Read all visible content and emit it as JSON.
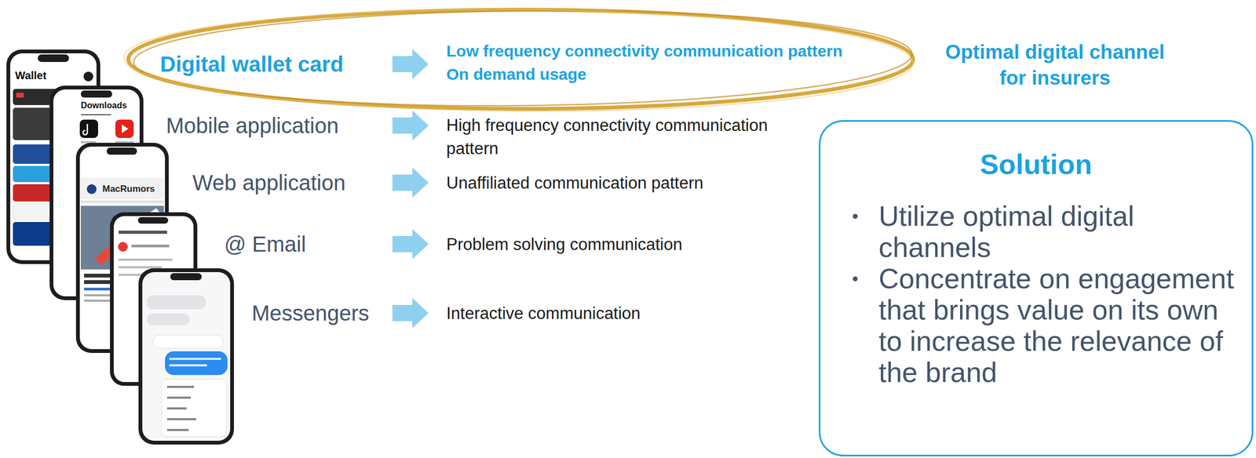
{
  "diagram": {
    "nodes": [
      {
        "text": [
          "Digital wallet card"
        ]
      },
      {
        "text": [
          "Low frequency connectivity communication pattern",
          "On demand usage"
        ]
      },
      {
        "text": [
          "Mobile application"
        ]
      },
      {
        "text": [
          "High frequency connectivity communication pattern"
        ]
      },
      {
        "text": [
          "Web application"
        ]
      },
      {
        "text": [
          "Unaffiliated communication pattern"
        ]
      },
      {
        "text": [
          "@ Email"
        ]
      },
      {
        "text": [
          "Problem solving communication"
        ]
      },
      {
        "text": [
          "Messengers"
        ]
      },
      {
        "text": [
          "Interactive communication"
        ]
      },
      {
        "text": [
          "Solution",
          "Utilize optimal digital channels",
          "Concentrate on engagement that brings value on its own to increase the relevance of the brand"
        ]
      }
    ],
    "edges": [
      {
        "from": 0,
        "to": 1,
        "arrow": "to"
      },
      {
        "from": 2,
        "to": 3,
        "arrow": "to"
      },
      {
        "from": 4,
        "to": 5,
        "arrow": "to"
      },
      {
        "from": 6,
        "to": 7,
        "arrow": "to"
      },
      {
        "from": 8,
        "to": 9,
        "arrow": "to"
      }
    ],
    "labels": [
      "Optimal digital channel for insurers",
      "Wallet",
      "Downloads",
      "MacRumors"
    ]
  }
}
